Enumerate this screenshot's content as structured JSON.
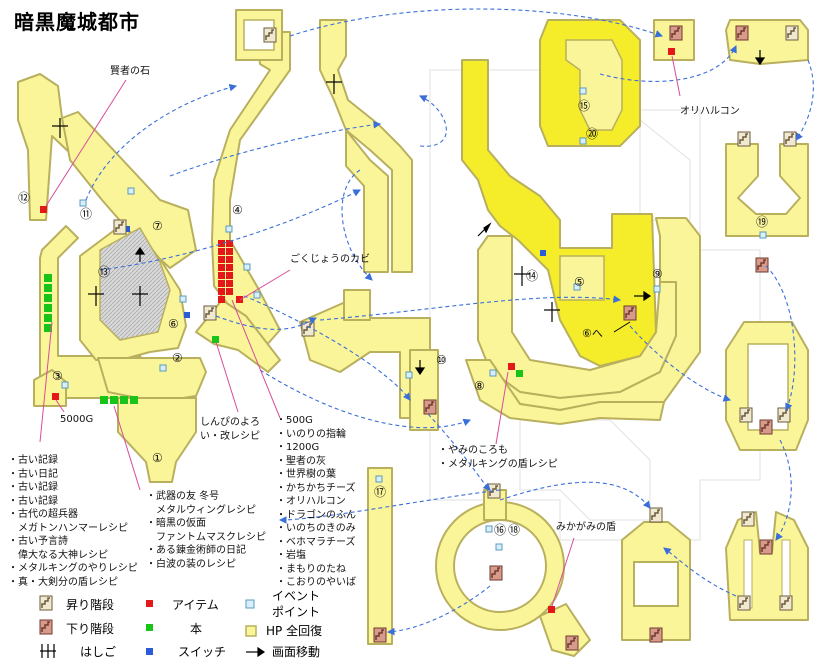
{
  "title": "暗黒魔城都市",
  "colors": {
    "floor": "#fbf59a",
    "wall": "#b9b05e",
    "highlight": "#f5ec2a",
    "item": "#e41818",
    "book": "#18c418",
    "switch": "#2b5bd6",
    "event": "#9fd3f0",
    "move_arrow": "#3a6fd9"
  },
  "labels": {
    "kenja": "賢者の石",
    "orichalcum": "オリハルコン",
    "gokujo": "ごくじょうのカビ",
    "g5000": "5000G",
    "shinpi": [
      "しんぴのよろ",
      "い・改レシピ"
    ],
    "yami": [
      "・やみのころも",
      "・メタルキングの盾レシピ"
    ],
    "kagami": "みかがみの盾",
    "to6": "⑥へ"
  },
  "lists": {
    "left": [
      "・古い記録",
      "・古い日記",
      "・古い記録",
      "・古い記録",
      "・古代の超兵器",
      "　メガトンハンマーレシピ",
      "・古い予言詩",
      "　偉大なる大神レシピ",
      "・メタルキングのやりレシピ",
      "・真・大剣分の盾レシピ"
    ],
    "center": [
      "・武器の友 冬号",
      "　メタルウィングレシピ",
      "・暗黒の仮面",
      "　ファントムマスクレシピ",
      "・ある錬金術師の日記",
      "・白波の装のレシピ"
    ],
    "right": [
      "・500G",
      "・いのりの指輪",
      "・1200G",
      "・聖者の灰",
      "・世界樹の葉",
      "・かちかちチーズ",
      "・オリハルコン",
      "・ドラゴンのふん",
      "・いのちのきのみ",
      "・ベホマラチーズ",
      "・岩塩",
      "・まもりのたね",
      "・こおりのやいば"
    ]
  },
  "markers": [
    "①",
    "②",
    "③",
    "④",
    "⑤",
    "⑥",
    "⑦",
    "⑧",
    "⑨",
    "⑩",
    "⑪",
    "⑫",
    "⑬",
    "⑭",
    "⑮",
    "⑯",
    "⑰",
    "⑱",
    "⑲",
    "⑳"
  ],
  "legend": {
    "stairs_up": "昇り階段",
    "stairs_down": "下り階段",
    "ladder": "はしご",
    "item": "アイテム",
    "book": "本",
    "switch": "スイッチ",
    "event": [
      "イベント",
      "ポイント"
    ],
    "heal": "HP 全回復",
    "move": "画面移動"
  }
}
